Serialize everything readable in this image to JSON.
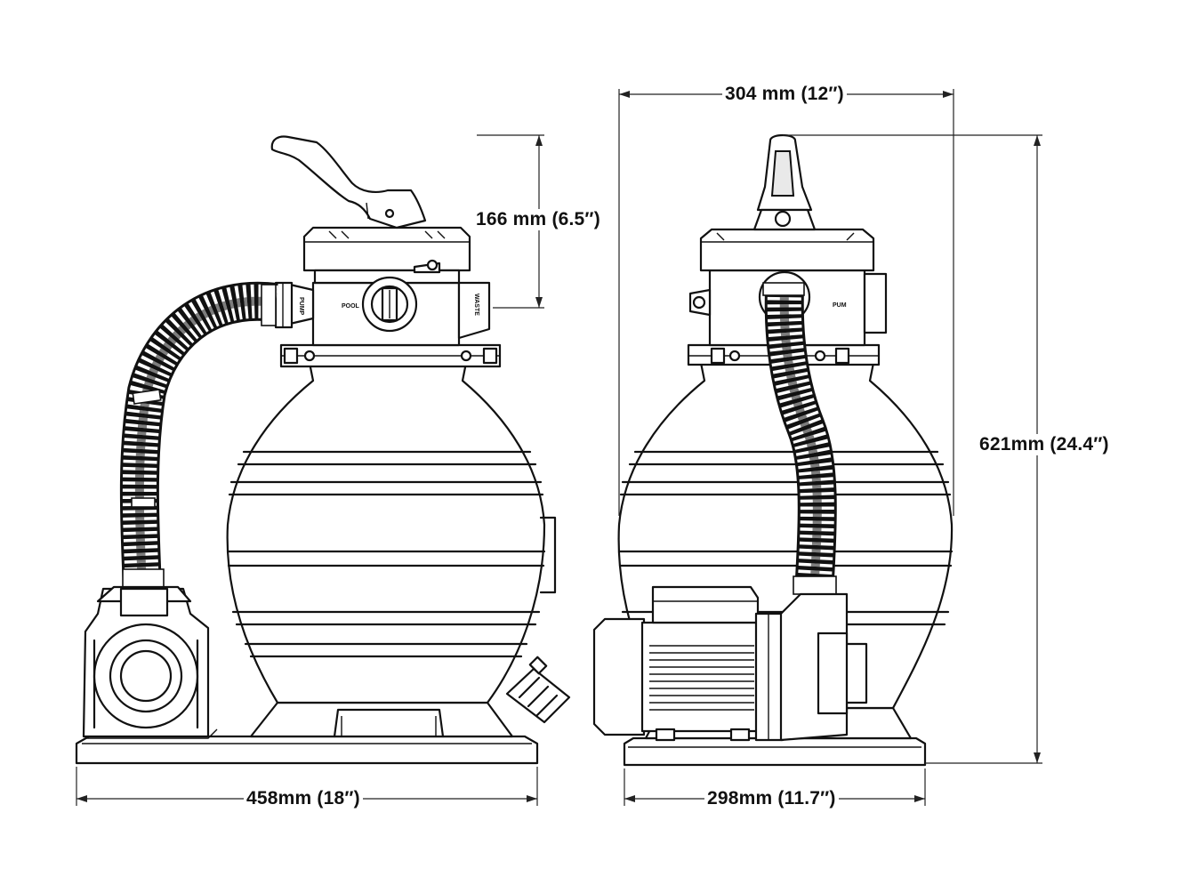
{
  "dimensions": {
    "valve_height": "166 mm (6.5″)",
    "top_width": "304 mm (12″)",
    "total_height": "621mm (24.4″)",
    "base_width_side": "458mm (18″)",
    "base_width_front": "298mm (11.7″)"
  },
  "labels": {
    "port_pump": "PUMP",
    "port_pool": "POOL",
    "port_waste": "WASTE"
  },
  "colors": {
    "line": "#111111",
    "background": "#ffffff"
  }
}
